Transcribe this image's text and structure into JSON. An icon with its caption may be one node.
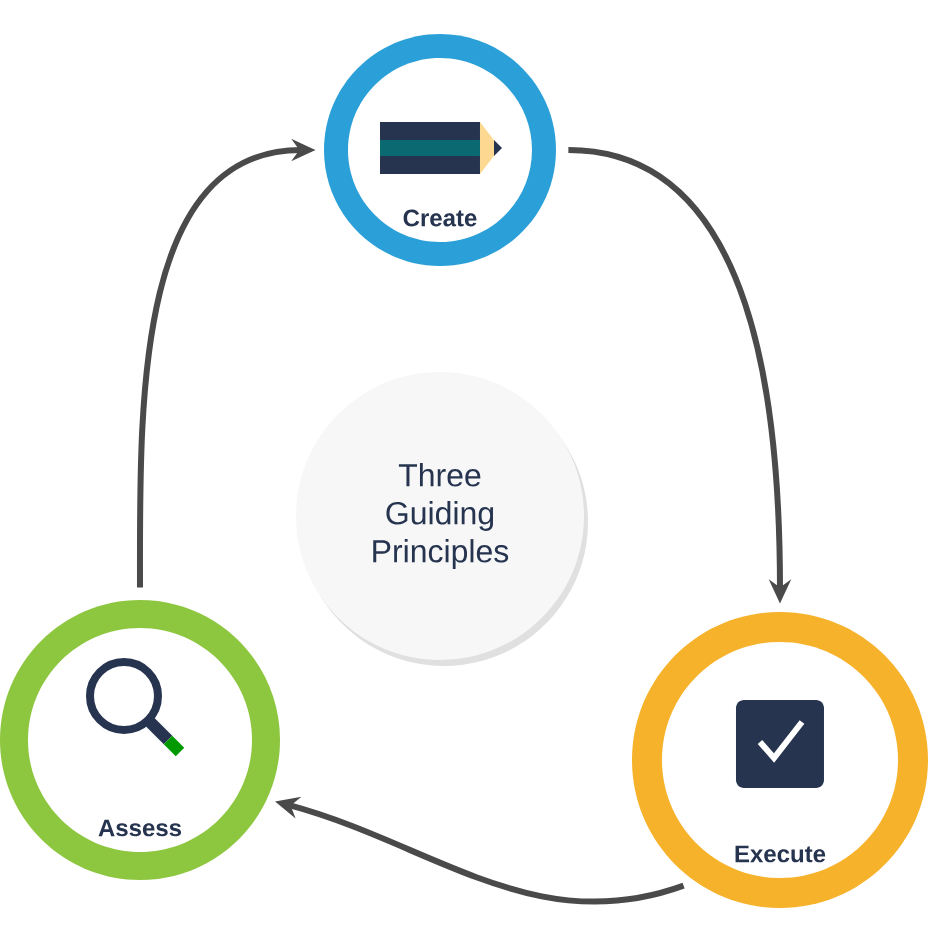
{
  "diagram": {
    "nodes": [
      {
        "text": [
          "Three Guiding Principles"
        ]
      },
      {
        "text": [
          "Create"
        ]
      },
      {
        "text": [
          "Execute"
        ]
      },
      {
        "text": [
          "Assess"
        ]
      }
    ],
    "edges": [
      {
        "from": 1,
        "to": 2,
        "arrow": "to"
      },
      {
        "from": 2,
        "to": 3,
        "arrow": "to"
      },
      {
        "from": 3,
        "to": 1,
        "arrow": "to"
      }
    ]
  }
}
